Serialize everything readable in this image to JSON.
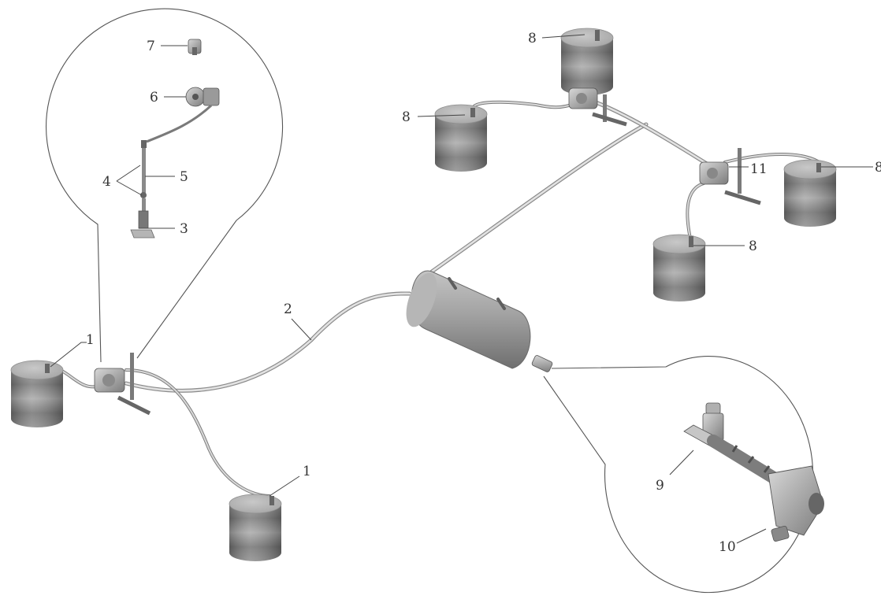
{
  "labels": {
    "l1a": "1",
    "l1b": "1",
    "l2": "2",
    "l3": "3",
    "l4": "4",
    "l5": "5",
    "l6": "6",
    "l7": "7",
    "l8a": "8",
    "l8b": "8",
    "l8c": "8",
    "l8d": "8",
    "l9": "9",
    "l10": "10",
    "l11": "11"
  },
  "colors": {
    "drum_top": "#b9b9b9",
    "drum_body_dark": "#6e6e6e",
    "drum_body_light": "#a8a8a8",
    "tank": "#9a9a9a",
    "line": "#444444"
  }
}
